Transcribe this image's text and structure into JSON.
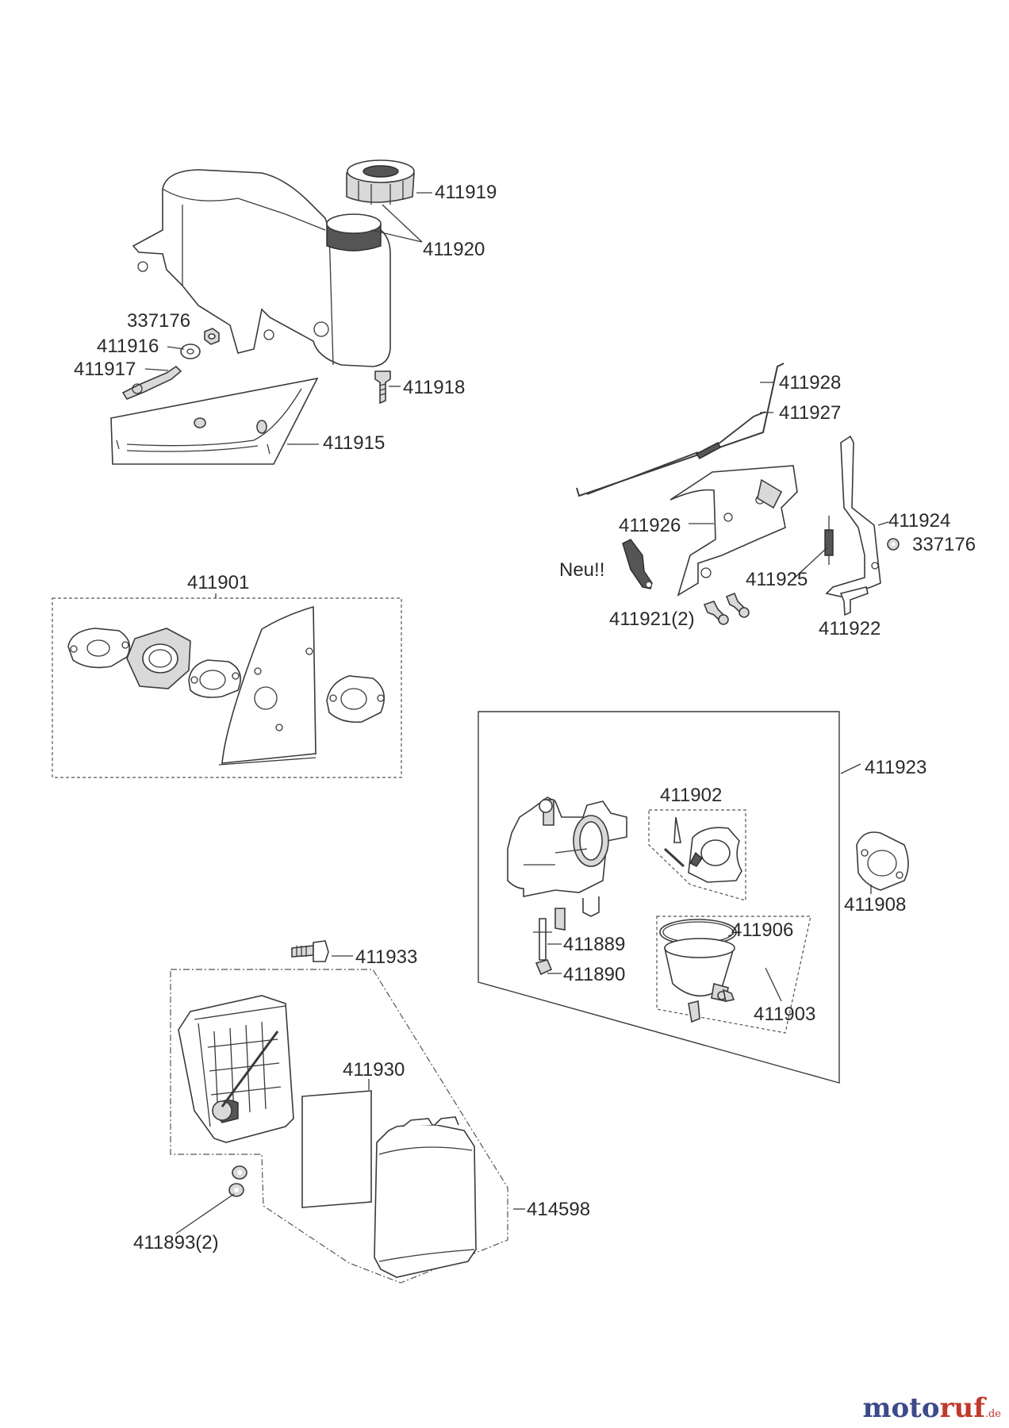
{
  "labels": {
    "p411919": "411919",
    "p411920": "411920",
    "p337176a": "337176",
    "p411916": "411916",
    "p411917": "411917",
    "p411918": "411918",
    "p411915": "411915",
    "p411928": "411928",
    "p411927": "411927",
    "p411926": "411926",
    "p411924": "411924",
    "p337176b": "337176",
    "neu": "Neu!!",
    "p411925": "411925",
    "p411921": "411921(2)",
    "p411922": "411922",
    "p411901": "411901",
    "p411923": "411923",
    "p411902": "411902",
    "p411908": "411908",
    "p411889": "411889",
    "p411906": "411906",
    "p411890": "411890",
    "p411903": "411903",
    "p411933": "411933",
    "p411930": "411930",
    "p414598": "414598",
    "p411893": "411893(2)"
  },
  "watermark": {
    "text_moto": "moto",
    "text_ruf": "ruf",
    "suffix": ".de",
    "color_moto": "#3b4a8a",
    "color_ruf": "#c0392b"
  }
}
